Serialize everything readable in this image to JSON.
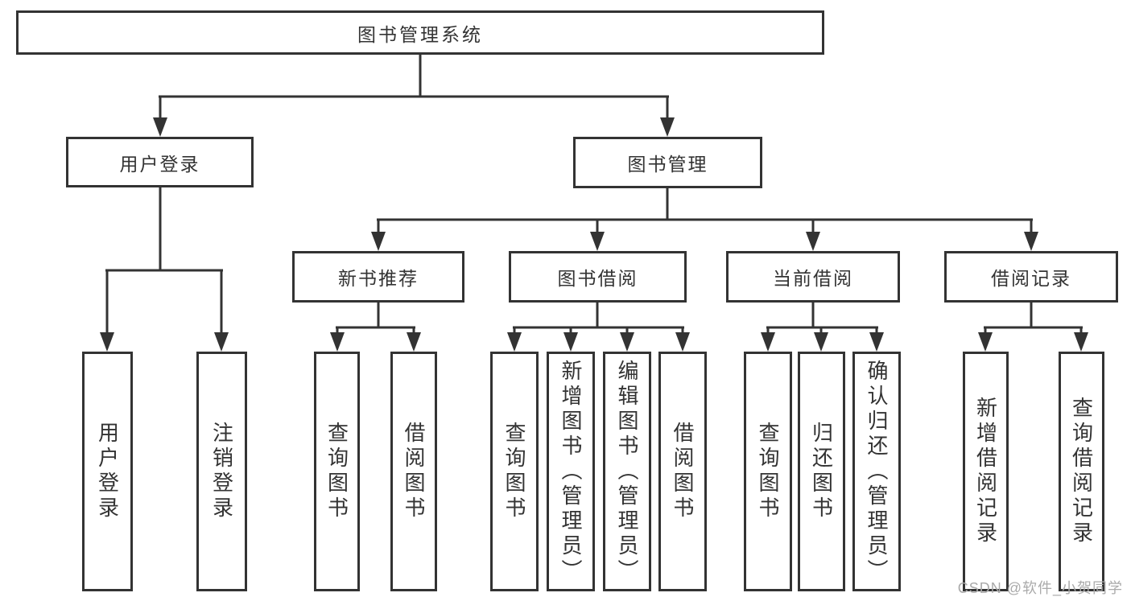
{
  "root": {
    "label": "图书管理系统"
  },
  "branches": {
    "user": {
      "label": "用户登录",
      "children": [
        {
          "label": "用户登录"
        },
        {
          "label": "注销登录"
        }
      ]
    },
    "book": {
      "label": "图书管理",
      "sections": [
        {
          "label": "新书推荐",
          "children": [
            {
              "label": "查询图书"
            },
            {
              "label": "借阅图书"
            }
          ]
        },
        {
          "label": "图书借阅",
          "children": [
            {
              "label": "查询图书"
            },
            {
              "label": "新增图书（管理员）"
            },
            {
              "label": "编辑图书（管理员）"
            },
            {
              "label": "借阅图书"
            }
          ]
        },
        {
          "label": "当前借阅",
          "children": [
            {
              "label": "查询图书"
            },
            {
              "label": "归还图书"
            },
            {
              "label": "确认归还（管理员）"
            }
          ]
        },
        {
          "label": "借阅记录",
          "children": [
            {
              "label": "新增借阅记录"
            },
            {
              "label": "查询借阅记录"
            }
          ]
        }
      ]
    }
  },
  "watermark": "CSDN @软件_小贺同学",
  "colors": {
    "line": "#333333",
    "text": "#333333",
    "box_background": "#ffffff",
    "watermark": "#aaaaaa",
    "page_background": "#ffffff"
  }
}
